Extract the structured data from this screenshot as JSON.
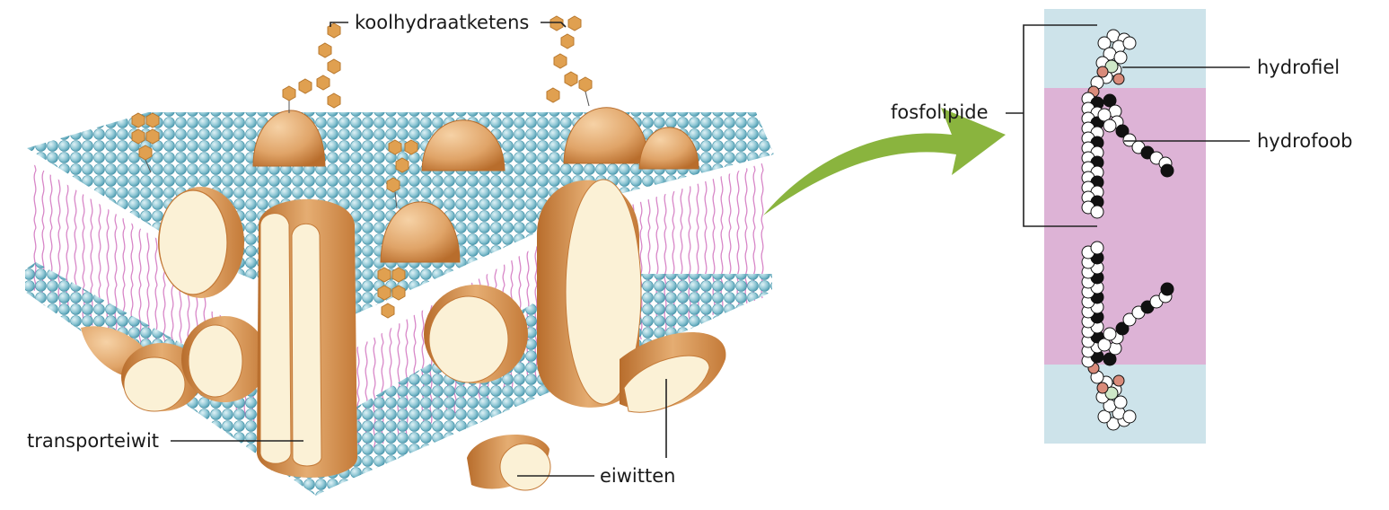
{
  "labels": {
    "carbohydrate_chains": "koolhydraatketens",
    "transport_protein": "transporteiwit",
    "proteins": "eiwitten",
    "phospholipid": "fosfolipide",
    "hydrophilic": "hydrofiel",
    "hydrophobic": "hydrofoob"
  },
  "colors": {
    "head": "#8ec6d4",
    "head_edge": "#3f8fa6",
    "tail": "#d887c8",
    "protein": "#e0a468",
    "protein_dark": "#c47a38",
    "protein_cut": "#fbf1d6",
    "sugar": "#e0a050",
    "arrow": "#8ab43e",
    "water_zone": "#cde3ea",
    "lipid_zone": "#ddb3d6"
  }
}
